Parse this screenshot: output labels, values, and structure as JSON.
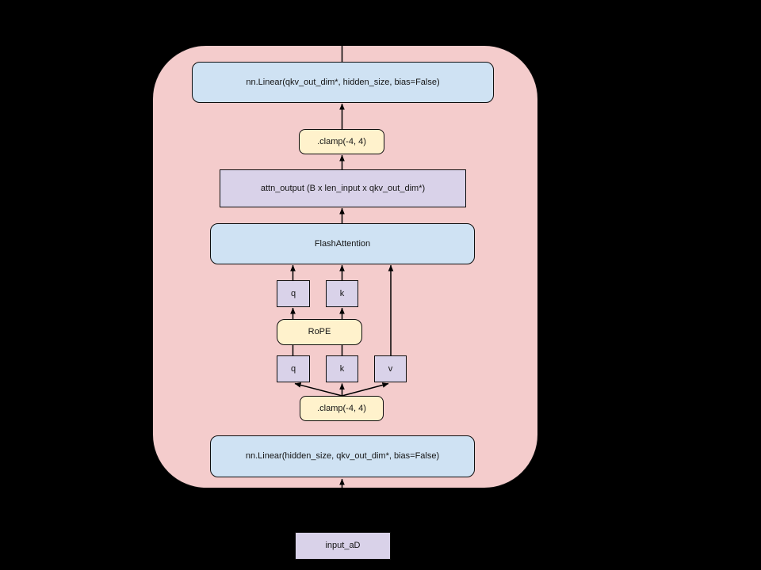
{
  "colors": {
    "background": "#000000",
    "container_fill": "#f4cccc",
    "linear_fill": "#cfe2f3",
    "op_fill": "#fff2cc",
    "tensor_fill": "#d9d2e9",
    "border": "#0d0d0d",
    "line": "#000000",
    "text": "#141414"
  },
  "nodes": {
    "linear_out": {
      "label": "nn.Linear(qkv_out_dim*, hidden_size, bias=False)"
    },
    "clamp_top": {
      "label": ".clamp(-4, 4)"
    },
    "attn_output": {
      "label": "attn_output (B x len_input x qkv_out_dim*)"
    },
    "flash_attention": {
      "label": "FlashAttention"
    },
    "q_top": {
      "label": "q"
    },
    "k_top": {
      "label": "k"
    },
    "rope": {
      "label": "RoPE"
    },
    "q_bottom": {
      "label": "q"
    },
    "k_bottom": {
      "label": "k"
    },
    "v_bottom": {
      "label": "v"
    },
    "clamp_bottom": {
      "label": ".clamp(-4, 4)"
    },
    "linear_in": {
      "label": "nn.Linear(hidden_size, qkv_out_dim*, bias=False)"
    },
    "input": {
      "label": "input_aD"
    }
  },
  "edges": [
    {
      "from": "input",
      "to": "linear_in",
      "arrow": true
    },
    {
      "from": "linear_in",
      "to": "clamp_bottom",
      "arrow": true
    },
    {
      "from": "clamp_bottom",
      "to": "q_bottom",
      "arrow": true
    },
    {
      "from": "clamp_bottom",
      "to": "k_bottom",
      "arrow": true
    },
    {
      "from": "clamp_bottom",
      "to": "v_bottom",
      "arrow": true
    },
    {
      "from": "q_bottom",
      "to": "rope",
      "arrow": false
    },
    {
      "from": "k_bottom",
      "to": "rope",
      "arrow": false
    },
    {
      "from": "rope",
      "to": "q_top",
      "arrow": true
    },
    {
      "from": "rope",
      "to": "k_top",
      "arrow": true
    },
    {
      "from": "q_top",
      "to": "flash_attention",
      "arrow": true
    },
    {
      "from": "k_top",
      "to": "flash_attention",
      "arrow": true
    },
    {
      "from": "v_bottom",
      "to": "flash_attention",
      "arrow": true
    },
    {
      "from": "flash_attention",
      "to": "attn_output",
      "arrow": true
    },
    {
      "from": "attn_output",
      "to": "clamp_top",
      "arrow": true
    },
    {
      "from": "clamp_top",
      "to": "linear_out",
      "arrow": true
    },
    {
      "from": "linear_out",
      "to": "top_out",
      "arrow": false
    }
  ]
}
